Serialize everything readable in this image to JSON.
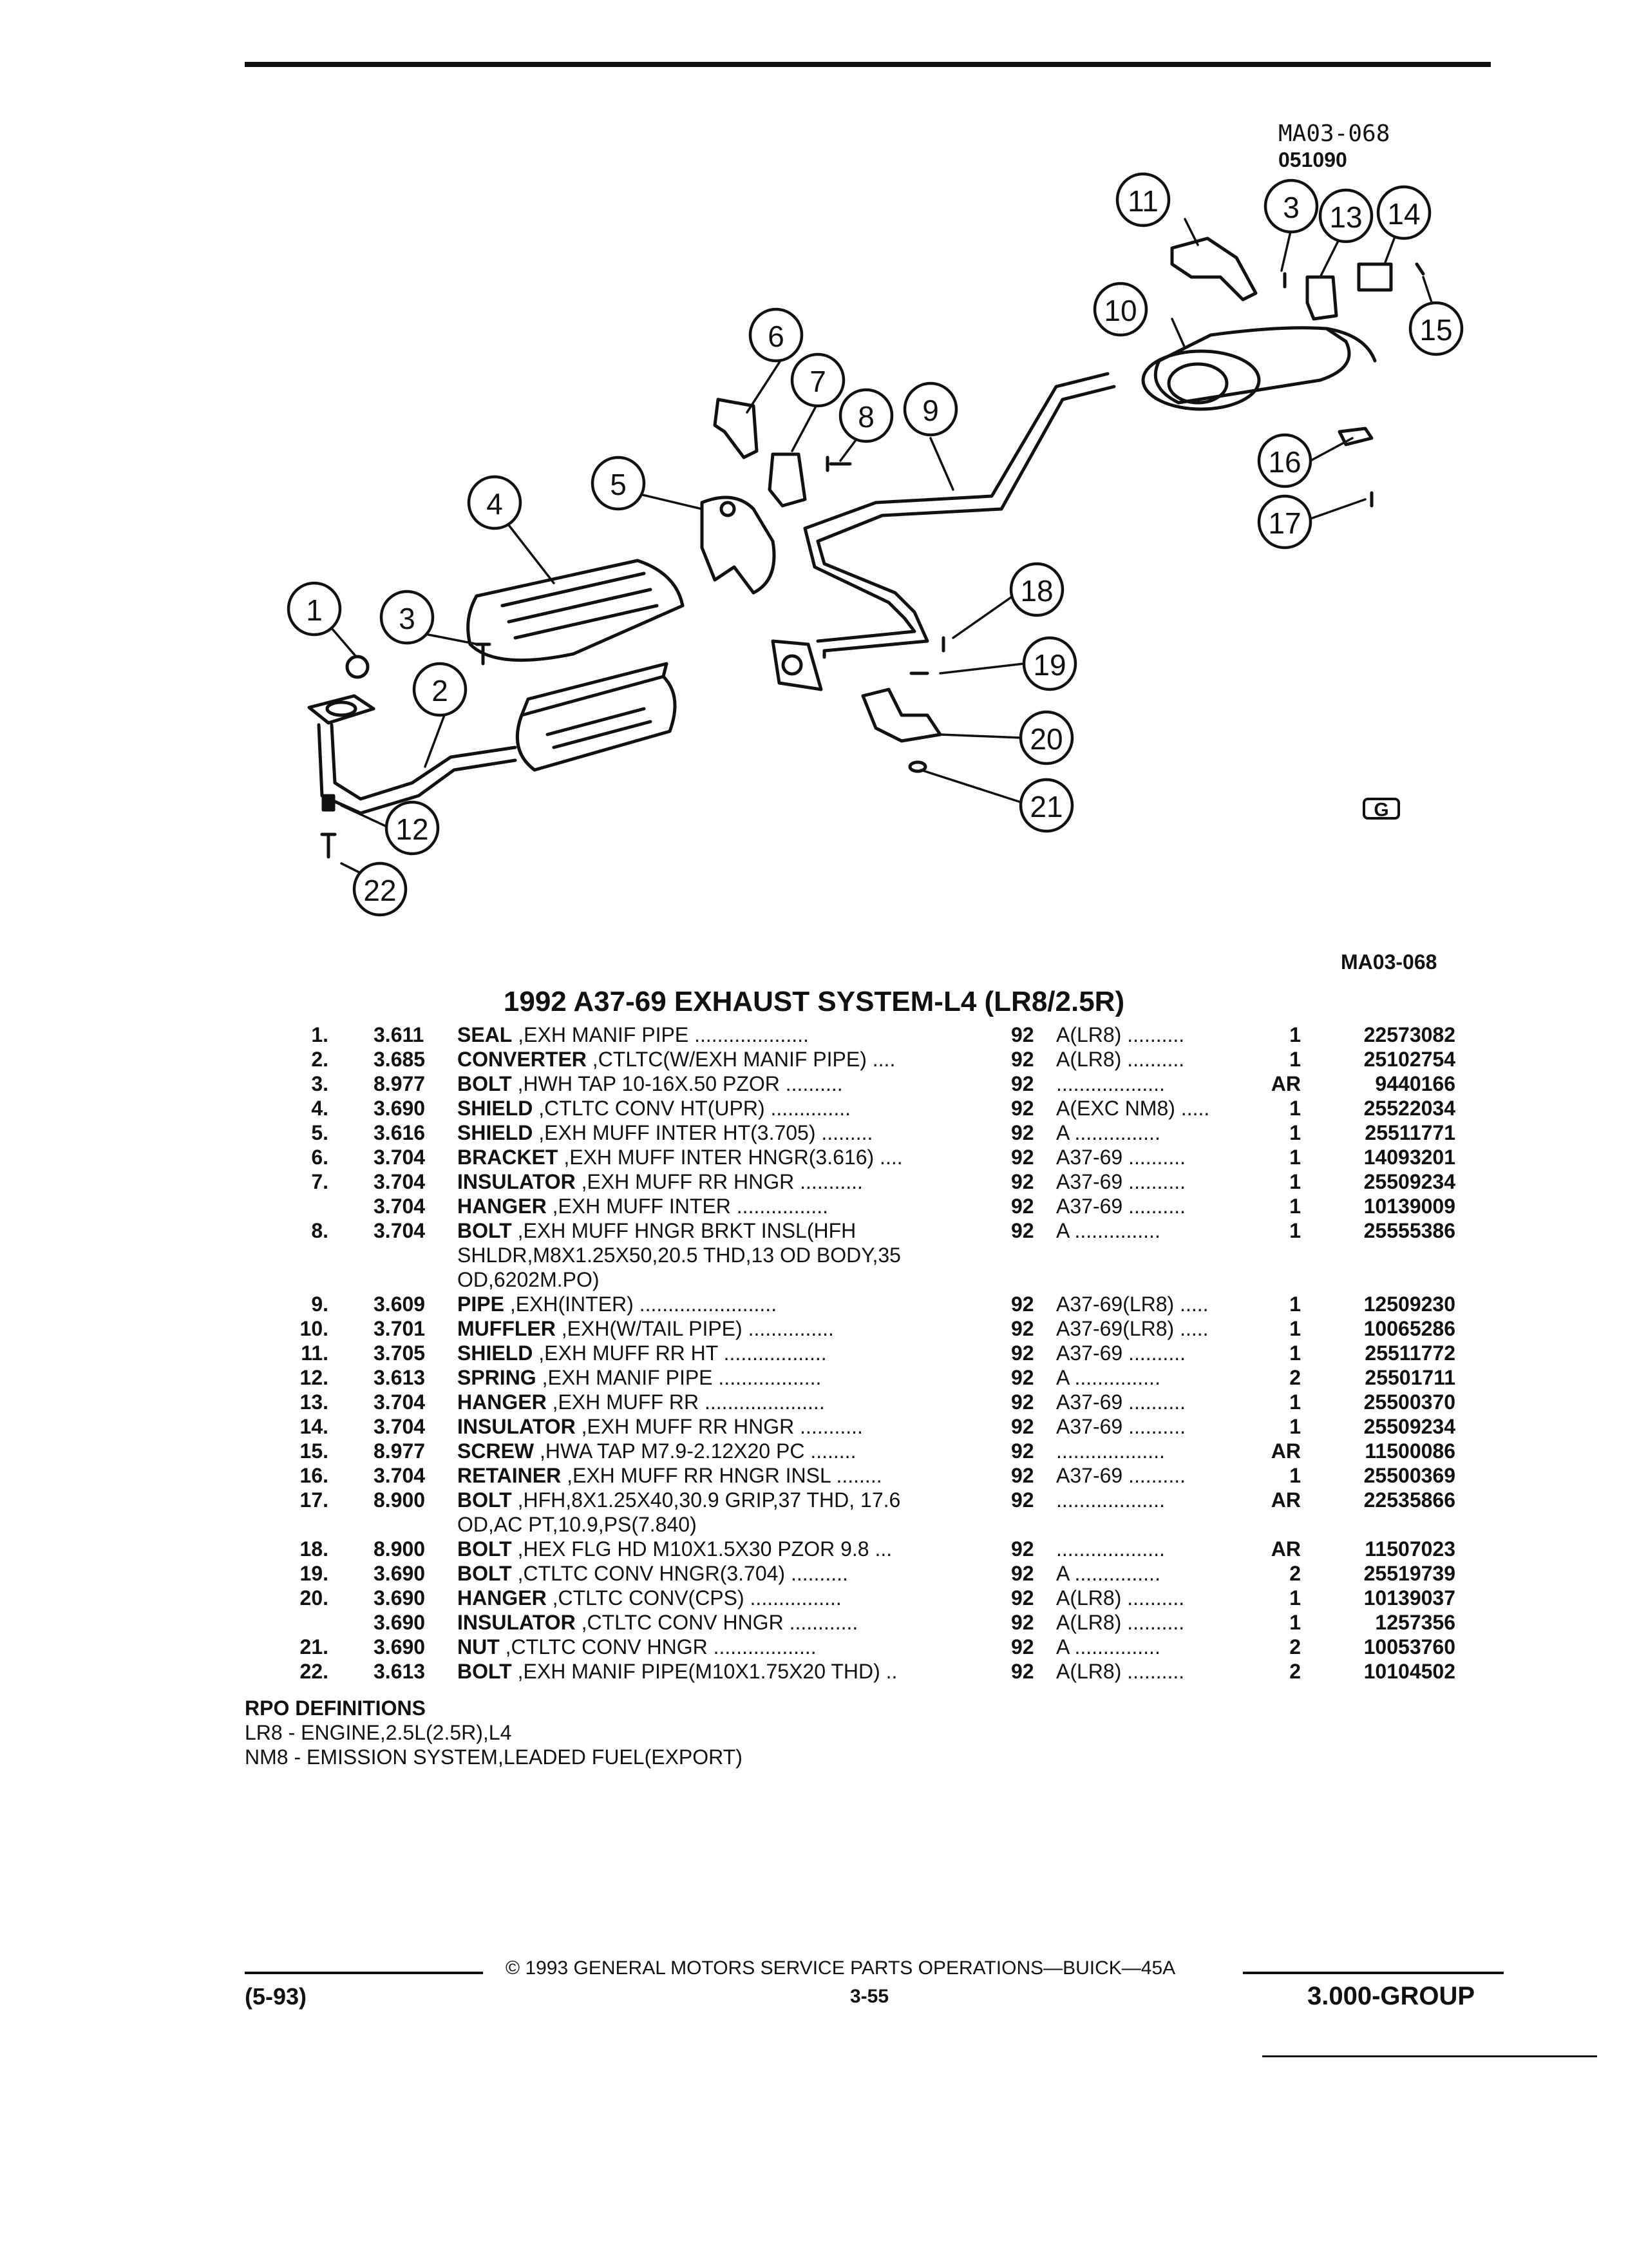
{
  "diagram": {
    "ref_code": "MA03-068",
    "ref_date": "051090",
    "ref_code_bottom": "MA03-068",
    "logo": "G",
    "callouts": [
      "1",
      "2",
      "3",
      "3",
      "4",
      "5",
      "6",
      "7",
      "8",
      "9",
      "10",
      "11",
      "12",
      "13",
      "14",
      "15",
      "16",
      "17",
      "18",
      "19",
      "20",
      "21",
      "22"
    ]
  },
  "title": "1992 A37-69 EXHAUST SYSTEM-L4 (LR8/2.5R)",
  "parts": [
    {
      "num": "1.",
      "grp": "3.611",
      "name": "SEAL",
      "desc": ",EXH MANIF PIPE ....................",
      "yr": "92",
      "app": "A(LR8) ..........",
      "qty": "1",
      "pn": "22573082"
    },
    {
      "num": "2.",
      "grp": "3.685",
      "name": "CONVERTER",
      "desc": ",CTLTC(W/EXH MANIF PIPE) ....",
      "yr": "92",
      "app": "A(LR8) ..........",
      "qty": "1",
      "pn": "25102754"
    },
    {
      "num": "3.",
      "grp": "8.977",
      "name": "BOLT",
      "desc": ",HWH TAP 10-16X.50 PZOR ..........",
      "yr": "92",
      "app": "...................",
      "qty": "AR",
      "pn": "9440166"
    },
    {
      "num": "4.",
      "grp": "3.690",
      "name": "SHIELD",
      "desc": ",CTLTC CONV HT(UPR) ..............",
      "yr": "92",
      "app": "A(EXC NM8) .....",
      "qty": "1",
      "pn": "25522034"
    },
    {
      "num": "5.",
      "grp": "3.616",
      "name": "SHIELD",
      "desc": ",EXH MUFF INTER HT(3.705) .........",
      "yr": "92",
      "app": "A ...............",
      "qty": "1",
      "pn": "25511771"
    },
    {
      "num": "6.",
      "grp": "3.704",
      "name": "BRACKET",
      "desc": ",EXH MUFF INTER HNGR(3.616) ....",
      "yr": "92",
      "app": "A37-69 ..........",
      "qty": "1",
      "pn": "14093201"
    },
    {
      "num": "7.",
      "grp": "3.704",
      "name": "INSULATOR",
      "desc": ",EXH MUFF RR HNGR ...........",
      "yr": "92",
      "app": "A37-69 ..........",
      "qty": "1",
      "pn": "25509234"
    },
    {
      "num": "",
      "grp": "3.704",
      "name": "HANGER",
      "desc": ",EXH MUFF INTER ................",
      "yr": "92",
      "app": "A37-69 ..........",
      "qty": "1",
      "pn": "10139009"
    },
    {
      "num": "8.",
      "grp": "3.704",
      "name": "BOLT",
      "desc": ",EXH MUFF HNGR BRKT INSL(HFH",
      "yr": "92",
      "app": "A ...............",
      "qty": "1",
      "pn": "25555386"
    },
    {
      "num": "",
      "grp": "",
      "name": "",
      "desc": "SHLDR,M8X1.25X50,20.5 THD,13 OD BODY,35",
      "yr": "",
      "app": "",
      "qty": "",
      "pn": ""
    },
    {
      "num": "",
      "grp": "",
      "name": "",
      "desc": "OD,6202M.PO)",
      "yr": "",
      "app": "",
      "qty": "",
      "pn": ""
    },
    {
      "num": "9.",
      "grp": "3.609",
      "name": "PIPE",
      "desc": ",EXH(INTER) ........................",
      "yr": "92",
      "app": "A37-69(LR8) .....",
      "qty": "1",
      "pn": "12509230"
    },
    {
      "num": "10.",
      "grp": "3.701",
      "name": "MUFFLER",
      "desc": ",EXH(W/TAIL PIPE) ...............",
      "yr": "92",
      "app": "A37-69(LR8) .....",
      "qty": "1",
      "pn": "10065286"
    },
    {
      "num": "11.",
      "grp": "3.705",
      "name": "SHIELD",
      "desc": ",EXH MUFF RR HT ..................",
      "yr": "92",
      "app": "A37-69 ..........",
      "qty": "1",
      "pn": "25511772"
    },
    {
      "num": "12.",
      "grp": "3.613",
      "name": "SPRING",
      "desc": ",EXH MANIF PIPE ..................",
      "yr": "92",
      "app": "A ...............",
      "qty": "2",
      "pn": "25501711"
    },
    {
      "num": "13.",
      "grp": "3.704",
      "name": "HANGER",
      "desc": ",EXH MUFF RR .....................",
      "yr": "92",
      "app": "A37-69 ..........",
      "qty": "1",
      "pn": "25500370"
    },
    {
      "num": "14.",
      "grp": "3.704",
      "name": "INSULATOR",
      "desc": ",EXH MUFF RR HNGR ...........",
      "yr": "92",
      "app": "A37-69 ..........",
      "qty": "1",
      "pn": "25509234"
    },
    {
      "num": "15.",
      "grp": "8.977",
      "name": "SCREW",
      "desc": ",HWA TAP M7.9-2.12X20 PC ........",
      "yr": "92",
      "app": "...................",
      "qty": "AR",
      "pn": "11500086"
    },
    {
      "num": "16.",
      "grp": "3.704",
      "name": "RETAINER",
      "desc": ",EXH MUFF RR HNGR INSL ........",
      "yr": "92",
      "app": "A37-69 ..........",
      "qty": "1",
      "pn": "25500369"
    },
    {
      "num": "17.",
      "grp": "8.900",
      "name": "BOLT",
      "desc": ",HFH,8X1.25X40,30.9 GRIP,37 THD, 17.6",
      "yr": "92",
      "app": "...................",
      "qty": "AR",
      "pn": "22535866"
    },
    {
      "num": "",
      "grp": "",
      "name": "",
      "desc": "OD,AC PT,10.9,PS(7.840)",
      "yr": "",
      "app": "",
      "qty": "",
      "pn": ""
    },
    {
      "num": "18.",
      "grp": "8.900",
      "name": "BOLT",
      "desc": ",HEX FLG HD M10X1.5X30 PZOR 9.8 ...",
      "yr": "92",
      "app": "...................",
      "qty": "AR",
      "pn": "11507023"
    },
    {
      "num": "19.",
      "grp": "3.690",
      "name": "BOLT",
      "desc": ",CTLTC CONV HNGR(3.704) ..........",
      "yr": "92",
      "app": "A ...............",
      "qty": "2",
      "pn": "25519739"
    },
    {
      "num": "20.",
      "grp": "3.690",
      "name": "HANGER",
      "desc": ",CTLTC CONV(CPS) ................",
      "yr": "92",
      "app": "A(LR8) ..........",
      "qty": "1",
      "pn": "10139037"
    },
    {
      "num": "",
      "grp": "3.690",
      "name": "INSULATOR",
      "desc": ",CTLTC CONV HNGR ............",
      "yr": "92",
      "app": "A(LR8) ..........",
      "qty": "1",
      "pn": "1257356"
    },
    {
      "num": "21.",
      "grp": "3.690",
      "name": "NUT",
      "desc": ",CTLTC CONV HNGR ..................",
      "yr": "92",
      "app": "A ...............",
      "qty": "2",
      "pn": "10053760"
    },
    {
      "num": "22.",
      "grp": "3.613",
      "name": "BOLT",
      "desc": ",EXH MANIF PIPE(M10X1.75X20 THD) ..",
      "yr": "92",
      "app": "A(LR8) ..........",
      "qty": "2",
      "pn": "10104502"
    }
  ],
  "rpo": {
    "heading": "RPO DEFINITIONS",
    "lines": [
      "LR8 - ENGINE,2.5L(2.5R),L4",
      "NM8 - EMISSION SYSTEM,LEADED FUEL(EXPORT)"
    ]
  },
  "footer": {
    "copyright": "© 1993 GENERAL MOTORS SERVICE PARTS OPERATIONS—BUICK—45A",
    "date": "(5-93)",
    "page": "3-55",
    "group": "3.000-GROUP"
  }
}
